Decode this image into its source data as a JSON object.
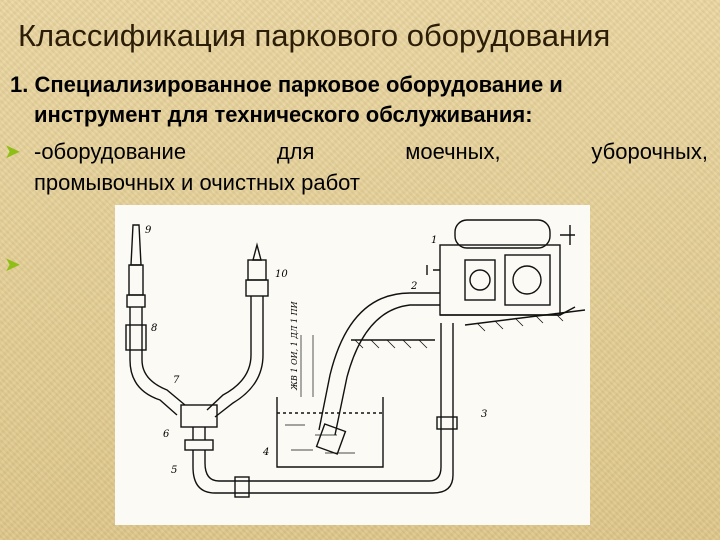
{
  "slide": {
    "title": "Классификация паркового оборудования",
    "heading_line1": "1. Специализированное парковое оборудование и",
    "heading_line2": "инструмент для технического обслуживания:",
    "bullet_text_words": [
      "-оборудование",
      "для",
      "моечных,",
      "уборочных,"
    ],
    "bullet_text_line2": "промывочных и очистных работ",
    "second_bullet_text": ""
  },
  "figure": {
    "labels": {
      "n1": "1",
      "n2": "2",
      "n3": "3",
      "n4": "4",
      "n5": "5",
      "n6": "6",
      "n7": "7",
      "n8": "8",
      "n9": "9",
      "n10": "10"
    },
    "vertical_note": "ЖВ 1 ОИ, 1 ДЛ 1 ПИ"
  },
  "colors": {
    "bullet": "#8fbf16",
    "title": "#2b1d08",
    "background": "#e5cf93"
  }
}
